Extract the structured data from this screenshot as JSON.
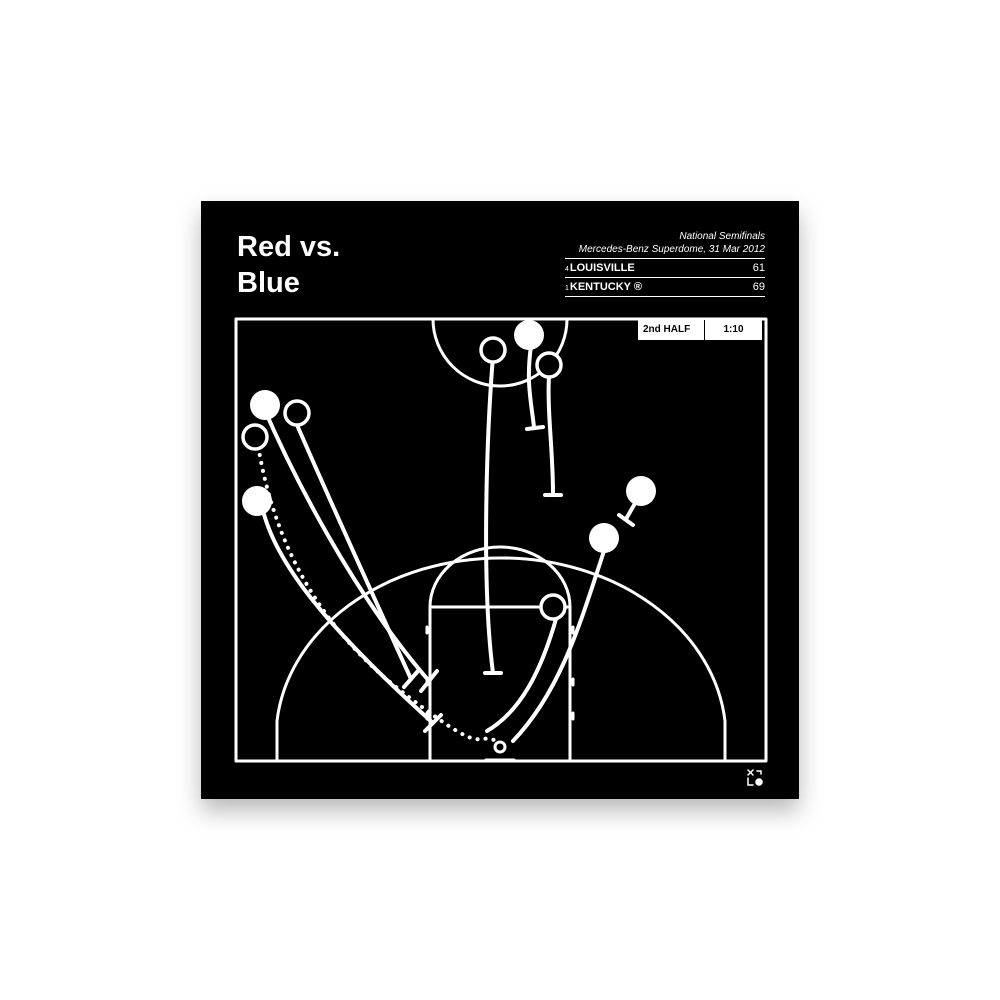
{
  "poster": {
    "title_line1": "Red vs.",
    "title_line2": "Blue",
    "round": "National Semifinals",
    "venue_date": "Mercedes-Benz Superdome, 31 Mar 2012",
    "teams": [
      {
        "seed": "4",
        "name": "LOUISVILLE",
        "score": "61"
      },
      {
        "seed": "1",
        "name": "KENTUCKY ®",
        "score": "69"
      }
    ],
    "period": "2nd HALF",
    "clock": "1:10"
  },
  "colors": {
    "background": "#000000",
    "lines": "#ffffff",
    "page": "#ffffff"
  },
  "icons": [
    "basketball-icon",
    "brand-logo-icon"
  ]
}
